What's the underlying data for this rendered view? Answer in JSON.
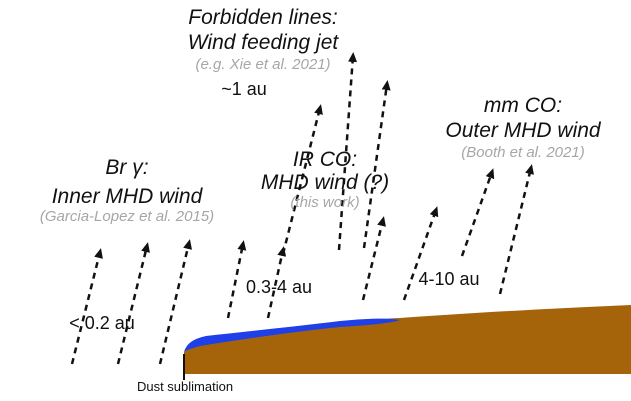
{
  "colors": {
    "disk": "#a5640a",
    "co_layer": "#1f3fe8",
    "arrow": "#111111",
    "citation": "#a6a6a6"
  },
  "groups": {
    "forbidden": {
      "title_line1": "Forbidden lines:",
      "title_line2": "Wind feeding jet",
      "citation": "(e.g. Xie et al. 2021)",
      "distance": "~1 au"
    },
    "mm_co": {
      "title_line1": "mm CO:",
      "title_line2": "Outer MHD wind",
      "citation": "(Booth et al. 2021)",
      "distance": "4-10 au"
    },
    "br_gamma": {
      "title_line1": "Br γ:",
      "title_line2": "Inner MHD wind",
      "citation": "(Garcia-Lopez et al. 2015)",
      "distance": "< 0.2 au"
    },
    "ir_co": {
      "title_line1": "IR CO:",
      "title_line2": "MHD wind (?)",
      "citation": "(this work)",
      "distance": "0.3-4 au"
    }
  },
  "dust_sublimation_label": "Dust sublimation"
}
